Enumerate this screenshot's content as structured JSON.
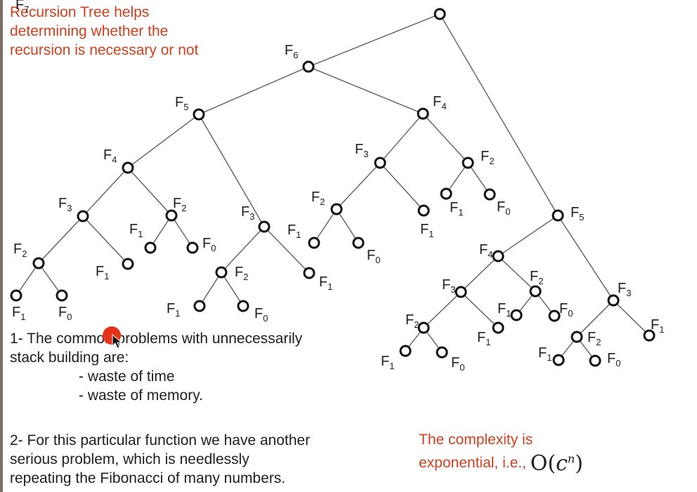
{
  "title_lines": [
    "Recursion Tree helps",
    "determining whether the",
    "recursion is necessary or not"
  ],
  "note1": {
    "lines": [
      "1- The common problems with unnecessarily",
      "stack building are:"
    ],
    "bullets": [
      "- waste of time",
      "- waste of memory."
    ]
  },
  "note2": {
    "lines": [
      "2- For this particular function we have another",
      "serious problem, which is needlessly",
      "repeating the Fibonacci of many numbers."
    ]
  },
  "complexity": {
    "lines": [
      "The complexity is",
      "exponential, i.e.,"
    ],
    "formula_prefix": "O(",
    "formula_base": "c",
    "formula_exp": "n",
    "formula_suffix": ")"
  },
  "tree": {
    "label_prefix": "F",
    "nodes": [
      {
        "id": "n7",
        "k": "7"
      },
      {
        "id": "n6",
        "k": "6",
        "parent": "n7"
      },
      {
        "id": "n5a",
        "k": "5",
        "parent": "n6"
      },
      {
        "id": "n4a",
        "k": "4",
        "parent": "n5a"
      },
      {
        "id": "n3a",
        "k": "3",
        "parent": "n4a"
      },
      {
        "id": "n2a",
        "k": "2",
        "parent": "n3a"
      },
      {
        "id": "n1a",
        "k": "1",
        "parent": "n2a"
      },
      {
        "id": "n0a",
        "k": "0",
        "parent": "n2a"
      },
      {
        "id": "n1b",
        "k": "1",
        "parent": "n3a"
      },
      {
        "id": "n2b",
        "k": "2",
        "parent": "n4a"
      },
      {
        "id": "n1c",
        "k": "1",
        "parent": "n2b"
      },
      {
        "id": "n0b",
        "k": "0",
        "parent": "n2b"
      },
      {
        "id": "n3b",
        "k": "3",
        "parent": "n5a"
      },
      {
        "id": "n2c",
        "k": "2",
        "parent": "n3b"
      },
      {
        "id": "n1d",
        "k": "1",
        "parent": "n2c"
      },
      {
        "id": "n0c",
        "k": "0",
        "parent": "n2c"
      },
      {
        "id": "n1e",
        "k": "1",
        "parent": "n3b"
      },
      {
        "id": "n4b",
        "k": "4",
        "parent": "n6"
      },
      {
        "id": "n3c",
        "k": "3",
        "parent": "n4b"
      },
      {
        "id": "n2d",
        "k": "2",
        "parent": "n3c"
      },
      {
        "id": "n1f",
        "k": "1",
        "parent": "n2d"
      },
      {
        "id": "n0d",
        "k": "0",
        "parent": "n2d"
      },
      {
        "id": "n1g",
        "k": "1",
        "parent": "n3c"
      },
      {
        "id": "n2e",
        "k": "2",
        "parent": "n4b"
      },
      {
        "id": "n1h",
        "k": "1",
        "parent": "n2e"
      },
      {
        "id": "n0e",
        "k": "0",
        "parent": "n2e"
      },
      {
        "id": "n5b",
        "k": "5",
        "parent": "n7"
      },
      {
        "id": "n4c",
        "k": "4",
        "parent": "n5b"
      },
      {
        "id": "n3d",
        "k": "3",
        "parent": "n4c"
      },
      {
        "id": "n2f",
        "k": "2",
        "parent": "n3d"
      },
      {
        "id": "n1i",
        "k": "1",
        "parent": "n2f"
      },
      {
        "id": "n0f",
        "k": "0",
        "parent": "n2f"
      },
      {
        "id": "n1j",
        "k": "1",
        "parent": "n3d"
      },
      {
        "id": "n2g",
        "k": "2",
        "parent": "n4c"
      },
      {
        "id": "n1k",
        "k": "1",
        "parent": "n2g"
      },
      {
        "id": "n0g",
        "k": "0",
        "parent": "n2g"
      },
      {
        "id": "n3e",
        "k": "3",
        "parent": "n5b"
      },
      {
        "id": "n2h",
        "k": "2",
        "parent": "n3e"
      },
      {
        "id": "n1l",
        "k": "1",
        "parent": "n2h"
      },
      {
        "id": "n0h",
        "k": "0",
        "parent": "n2h"
      },
      {
        "id": "n1m",
        "k": "1",
        "parent": "n3e"
      }
    ]
  }
}
